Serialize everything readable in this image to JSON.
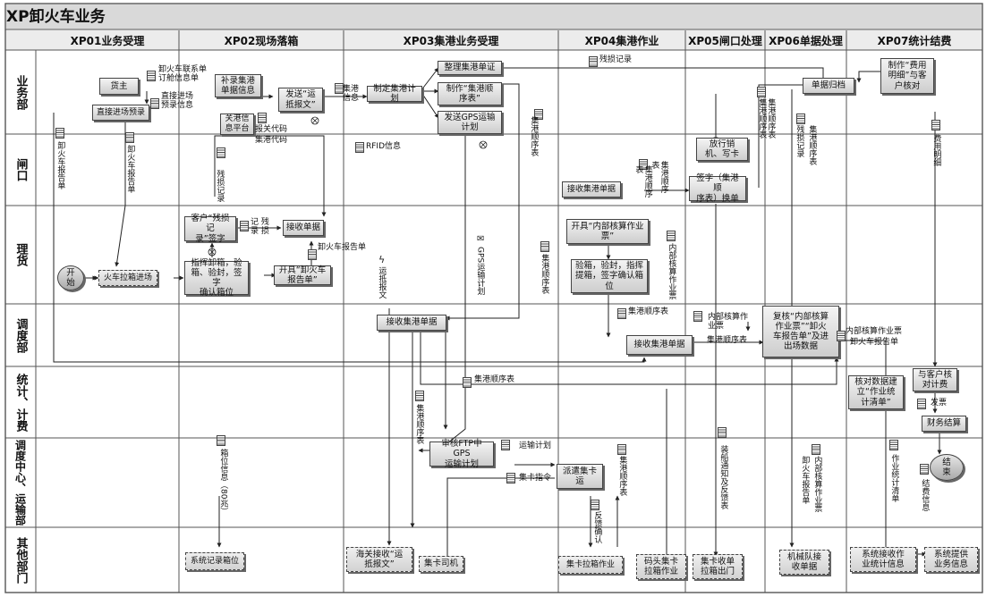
{
  "title": "XP卸火车业务",
  "phases": [
    "XP01业务受理",
    "XP02现场落箱",
    "XP03集港业务受理",
    "XP04集港作业",
    "XP05闸口处理",
    "XP06单据处理",
    "XP07统计结费"
  ],
  "lanes": [
    "业务部",
    "闸口",
    "理货",
    "调度部",
    "统计、计费",
    "调度中心、运输部",
    "其他部门"
  ],
  "nodes": {
    "huozhu": "货主",
    "zhijie_jinchang": "直接进场预录",
    "kaishi": "开\n始",
    "huoche_lajiang": "火车拉箱进场",
    "buchong": "补录集港\n单据信息",
    "guanjian": "关港信\n息平台",
    "kehu_canjun": "客户“残损记\n录”签字",
    "zhihui_xiexiang": "指挥卸箱，验\n箱、验封，签字\n确认箱位",
    "kaiju_xieche": "开具“卸火车\n报告单”",
    "jieshou_dan": "接收单据",
    "xitong_jilu": "系统记录箱位",
    "fasong_yundi": "发送“运\n抵报文”",
    "zhiding_jigang": "制定集港计划",
    "zhengli_pingzheng": "整理集港单证",
    "zhizuo_shunxu": "制作“集港顺\n序表”",
    "fasong_gps": "发送GPS运输\n计划",
    "jieshou_xp03": "接收集港单据",
    "shenhe_ftp": "审核FTP中GPS\n运输计划",
    "haiguan": "海关接收“运\n抵报文”",
    "jieshou_zhakou": "接收集港单据",
    "kaiju_neibu": "开具“内部核算作业\n票”",
    "yanxiang_tixiang": "验箱，验封，指挥\n提箱，签字确认箱\n位",
    "jieshou_xp04": "接收集港单据",
    "paiqian": "派遣集卡\n运",
    "jika_siji": "集卡司机",
    "jika_laxiang": "集卡拉箱作业",
    "matou": "码头集卡\n拉箱作业",
    "fangxing": "放行销\n机、写卡",
    "qianzi_zhakou": "签字（集港顺\n序表）换单",
    "jika_shoudan": "集卡收单\n拉箱出门",
    "danju_guidang": "单据归档",
    "fuhe": "复核“内部核算\n作业票”“卸火\n车报告单”及进\n出场数据",
    "jixie_jieshou": "机械队接\n收单据",
    "zhizuo_feiyong": "制作“费用\n明细”与客\n户核对",
    "hedui": "核对数据建\n立“作业统\n计清单”",
    "kehu_jifei": "与客户核\n对计费",
    "caiwu": "财务结算",
    "xitong_zuoye": "系统接收作\n业统计信息",
    "xitong_yewu": "系统提供\n业务信息",
    "jieshu": "结\n束"
  },
  "labels": {
    "l_lianxi": "卸火车联系单\n订舱信息单",
    "l_zhijie": "直接进场\n预录信息",
    "l_baoguan": "报关代码",
    "l_jigang_code": "集港代码",
    "l_jigang_info": "集港\n信息",
    "l_canjun_rec": "残损记录",
    "l_rfid": "RFID信息",
    "l_xiehuo_left": "卸火车报告单",
    "l_xiehuo_mid": "卸火车报告单",
    "l_jilu_canjun": "记 残\n录 损",
    "l_canjun_v": "残损记录",
    "l_xiangwei": "箱位信息（80兆）",
    "l_yundi": "运抵报文",
    "l_gps_plan": "GPS运输计划",
    "l_shunxu_1": "集港顺序表",
    "l_shunxu_2": "集港顺序表",
    "l_shunxu_3": "集港顺序表",
    "l_shunxu_4": "集港顺序表",
    "l_shunxu_5": "集港顺序表",
    "l_shunxu_6": "集港顺序表",
    "l_shunxu_7": "集港顺序表",
    "l_shunxu_8": "集港顺序表",
    "l_shunxu_9": "集港顺序表",
    "l_shunxu_10": "集港顺序表",
    "l_neibu_piao": "内部核算作业票",
    "l_neibu_2": "内部核算作\n业票",
    "l_neibu_3": "内部核算作业票",
    "l_xiehuo_3": "卸火车报告单",
    "l_yunshu": "运输计划",
    "l_jika_zhiling": "集卡指令",
    "l_fankui": "反馈确认",
    "l_zhuangchuan": "装船通知及反馈表",
    "l_neibu_v": "内部核算作业票",
    "l_xiehuo_v": "卸火车报告单",
    "l_zuoye_qingdan": "作业统计清单",
    "l_jiefei": "结费信息",
    "l_feiyong": "费用明细",
    "l_fapiao": "发票",
    "l_canjun_top": "残损记录",
    "l_jigang_v1": "集港顺序表",
    "l_canjun_v2": "残损记录",
    "l_shunxu_v6": "集港顺序表"
  }
}
